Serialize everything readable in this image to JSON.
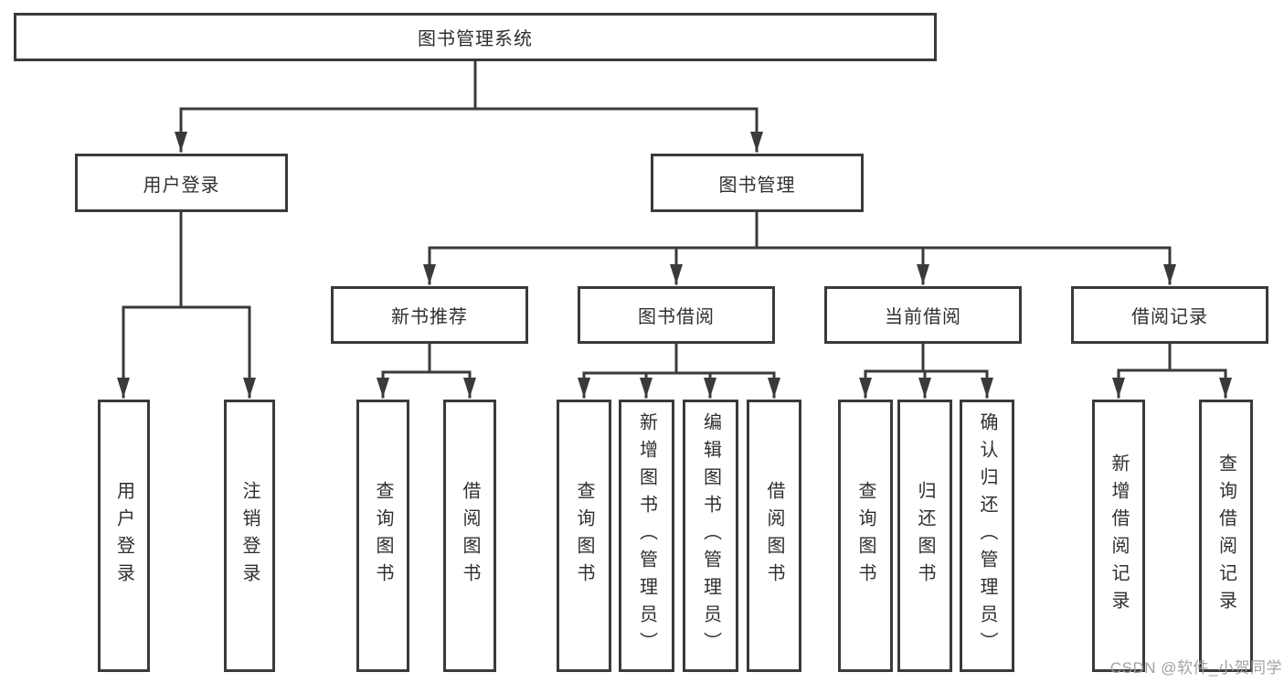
{
  "tree": {
    "root": {
      "label": "图书管理系统"
    },
    "level2": [
      {
        "label": "用户登录"
      },
      {
        "label": "图书管理"
      }
    ],
    "level3": [
      {
        "label": "新书推荐"
      },
      {
        "label": "图书借阅"
      },
      {
        "label": "当前借阅"
      },
      {
        "label": "借阅记录"
      }
    ],
    "leaves": [
      {
        "label": "用户登录"
      },
      {
        "label": "注销登录"
      },
      {
        "label": "查询图书"
      },
      {
        "label": "借阅图书"
      },
      {
        "label": "查询图书"
      },
      {
        "label": "新增图书（管理员）"
      },
      {
        "label": "编辑图书（管理员）"
      },
      {
        "label": "借阅图书"
      },
      {
        "label": "查询图书"
      },
      {
        "label": "归还图书"
      },
      {
        "label": "确认归还（管理员）"
      },
      {
        "label": "新增借阅记录"
      },
      {
        "label": "查询借阅记录"
      }
    ]
  },
  "watermark": {
    "text": "CSDN @软件_小贺同学"
  },
  "colors": {
    "line": "#3a3a3c",
    "text": "#2f2f31",
    "background": "#ffffff",
    "watermark": "#9a9da3"
  }
}
